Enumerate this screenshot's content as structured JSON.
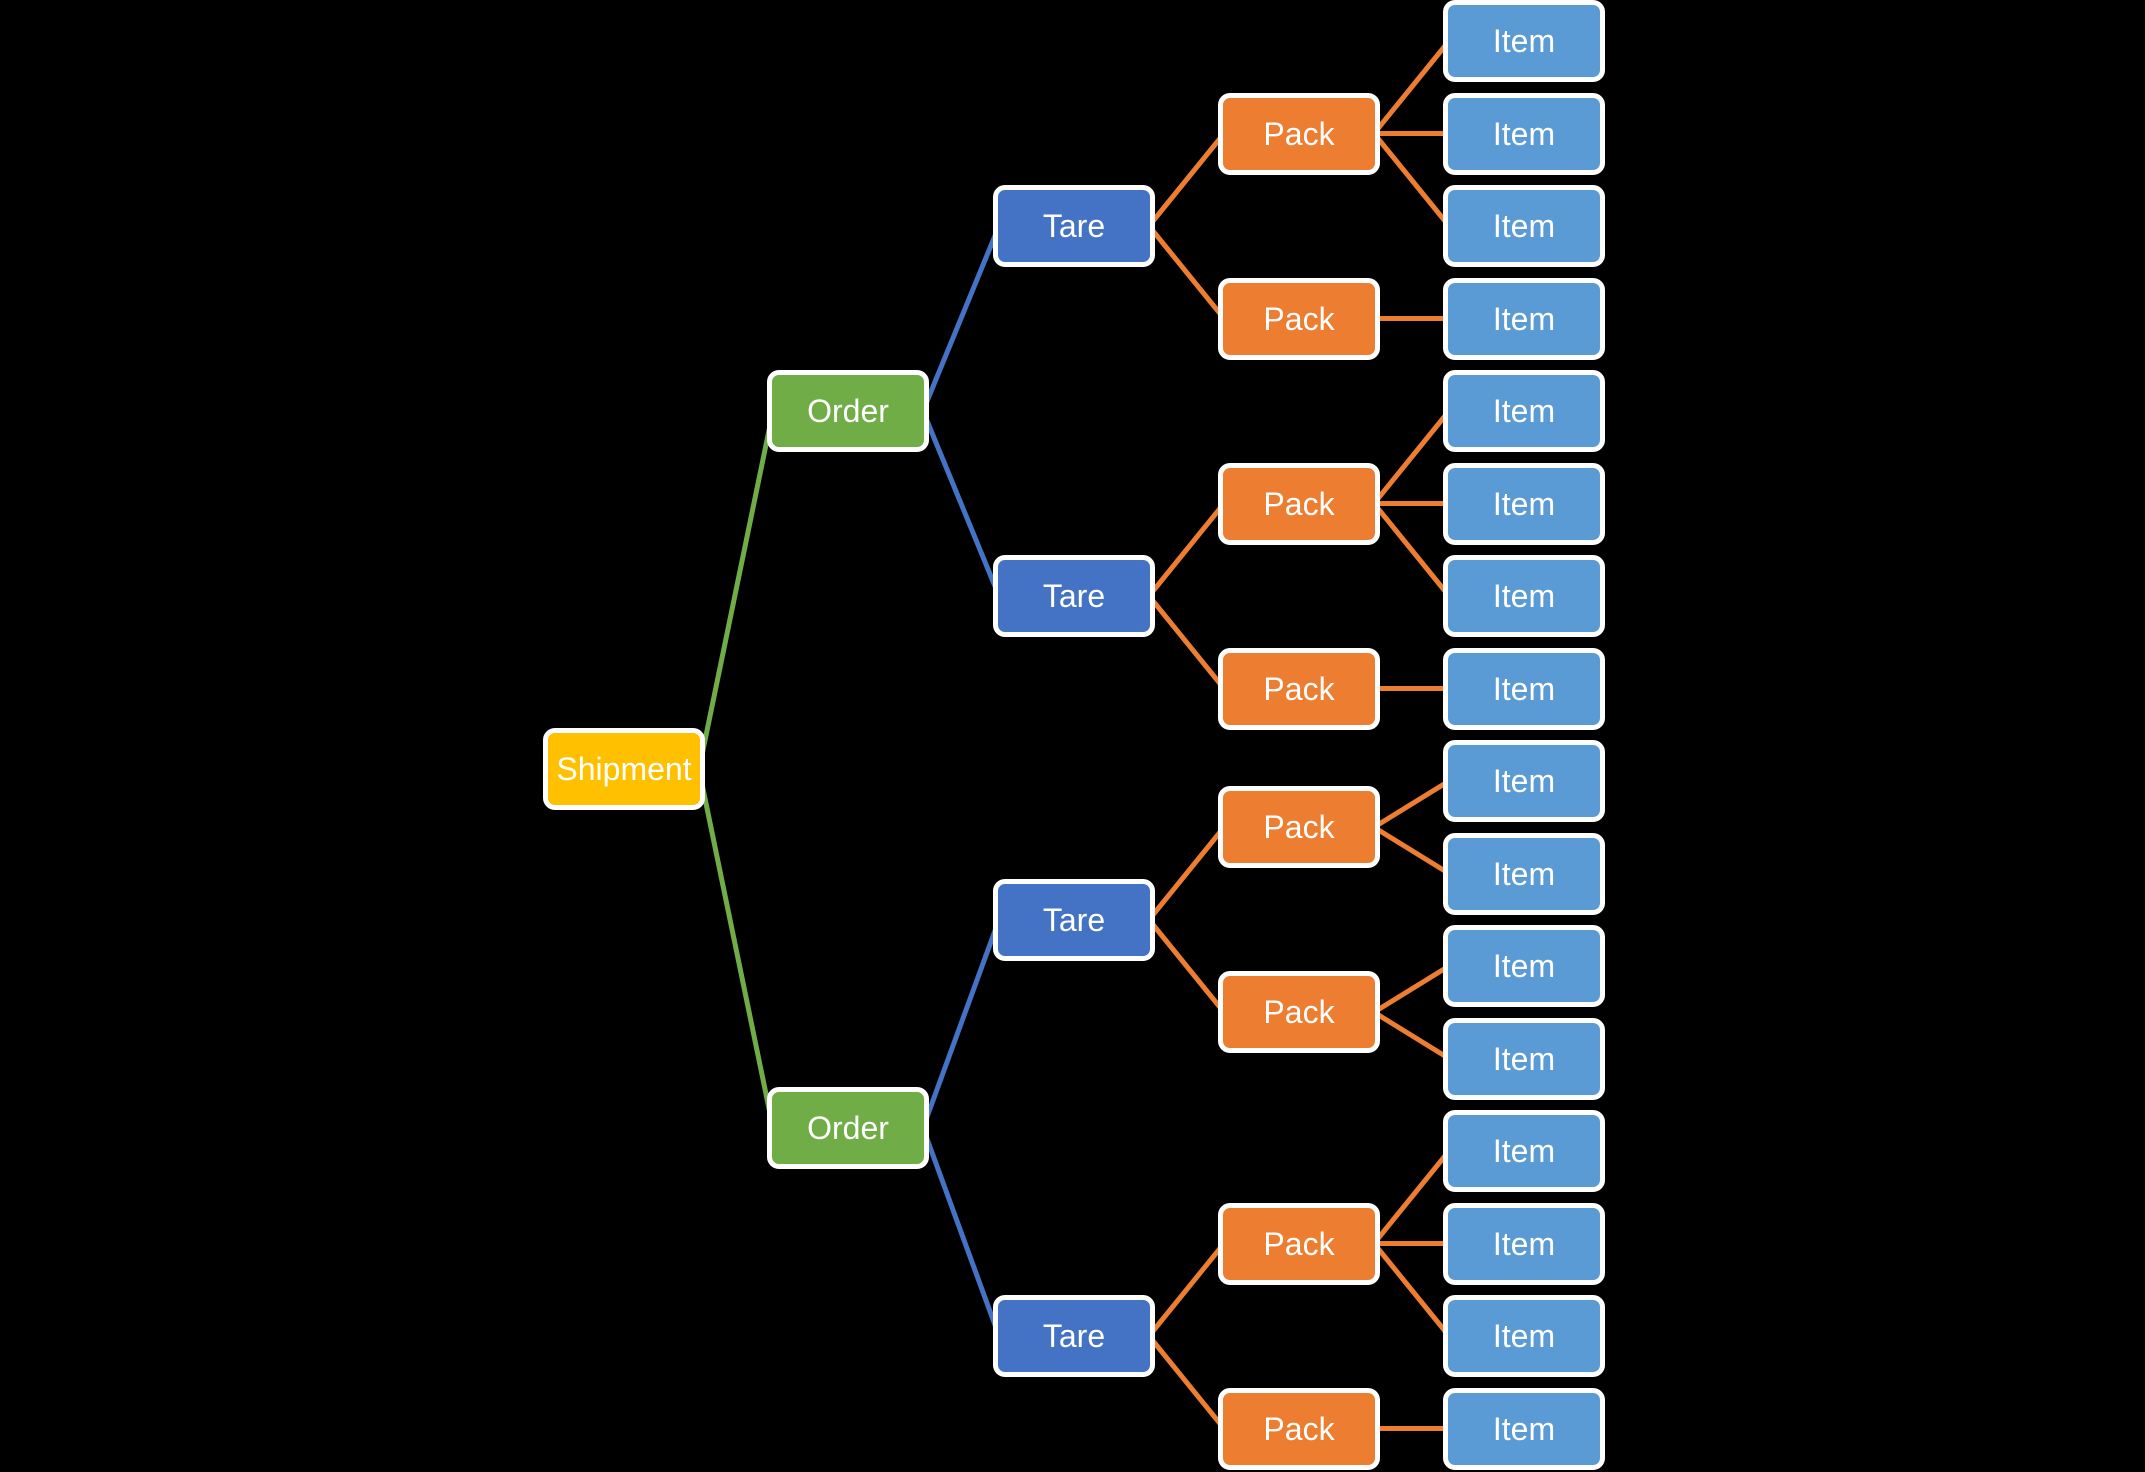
{
  "diagram": {
    "background_color": "#000000",
    "box_border_color": "#FFFFFF",
    "text_color": "#FFFFFF",
    "levels": [
      {
        "name": "shipment",
        "fill": "#FFC000",
        "line_color": null
      },
      {
        "name": "order",
        "fill": "#70AD47",
        "line_color": "#70AD47"
      },
      {
        "name": "tare",
        "fill": "#4472C4",
        "line_color": "#4472C4"
      },
      {
        "name": "pack",
        "fill": "#ED7D31",
        "line_color": "#ED7D31"
      },
      {
        "name": "item",
        "fill": "#5B9BD5",
        "line_color": "#ED7D31"
      }
    ],
    "tree": {
      "label": "Shipment",
      "children": [
        {
          "label": "Order",
          "children": [
            {
              "label": "Tare",
              "children": [
                {
                  "label": "Pack",
                  "children": [
                    {
                      "label": "Item"
                    },
                    {
                      "label": "Item"
                    },
                    {
                      "label": "Item"
                    }
                  ]
                },
                {
                  "label": "Pack",
                  "children": [
                    {
                      "label": "Item"
                    }
                  ]
                }
              ]
            },
            {
              "label": "Tare",
              "children": [
                {
                  "label": "Pack",
                  "children": [
                    {
                      "label": "Item"
                    },
                    {
                      "label": "Item"
                    },
                    {
                      "label": "Item"
                    }
                  ]
                },
                {
                  "label": "Pack",
                  "children": [
                    {
                      "label": "Item"
                    }
                  ]
                }
              ]
            }
          ]
        },
        {
          "label": "Order",
          "children": [
            {
              "label": "Tare",
              "children": [
                {
                  "label": "Pack",
                  "children": [
                    {
                      "label": "Item"
                    },
                    {
                      "label": "Item"
                    }
                  ]
                },
                {
                  "label": "Pack",
                  "children": [
                    {
                      "label": "Item"
                    },
                    {
                      "label": "Item"
                    }
                  ]
                }
              ]
            },
            {
              "label": "Tare",
              "children": [
                {
                  "label": "Pack",
                  "children": [
                    {
                      "label": "Item"
                    },
                    {
                      "label": "Item"
                    },
                    {
                      "label": "Item"
                    }
                  ]
                },
                {
                  "label": "Pack",
                  "children": [
                    {
                      "label": "Item"
                    }
                  ]
                }
              ]
            }
          ]
        }
      ]
    }
  }
}
